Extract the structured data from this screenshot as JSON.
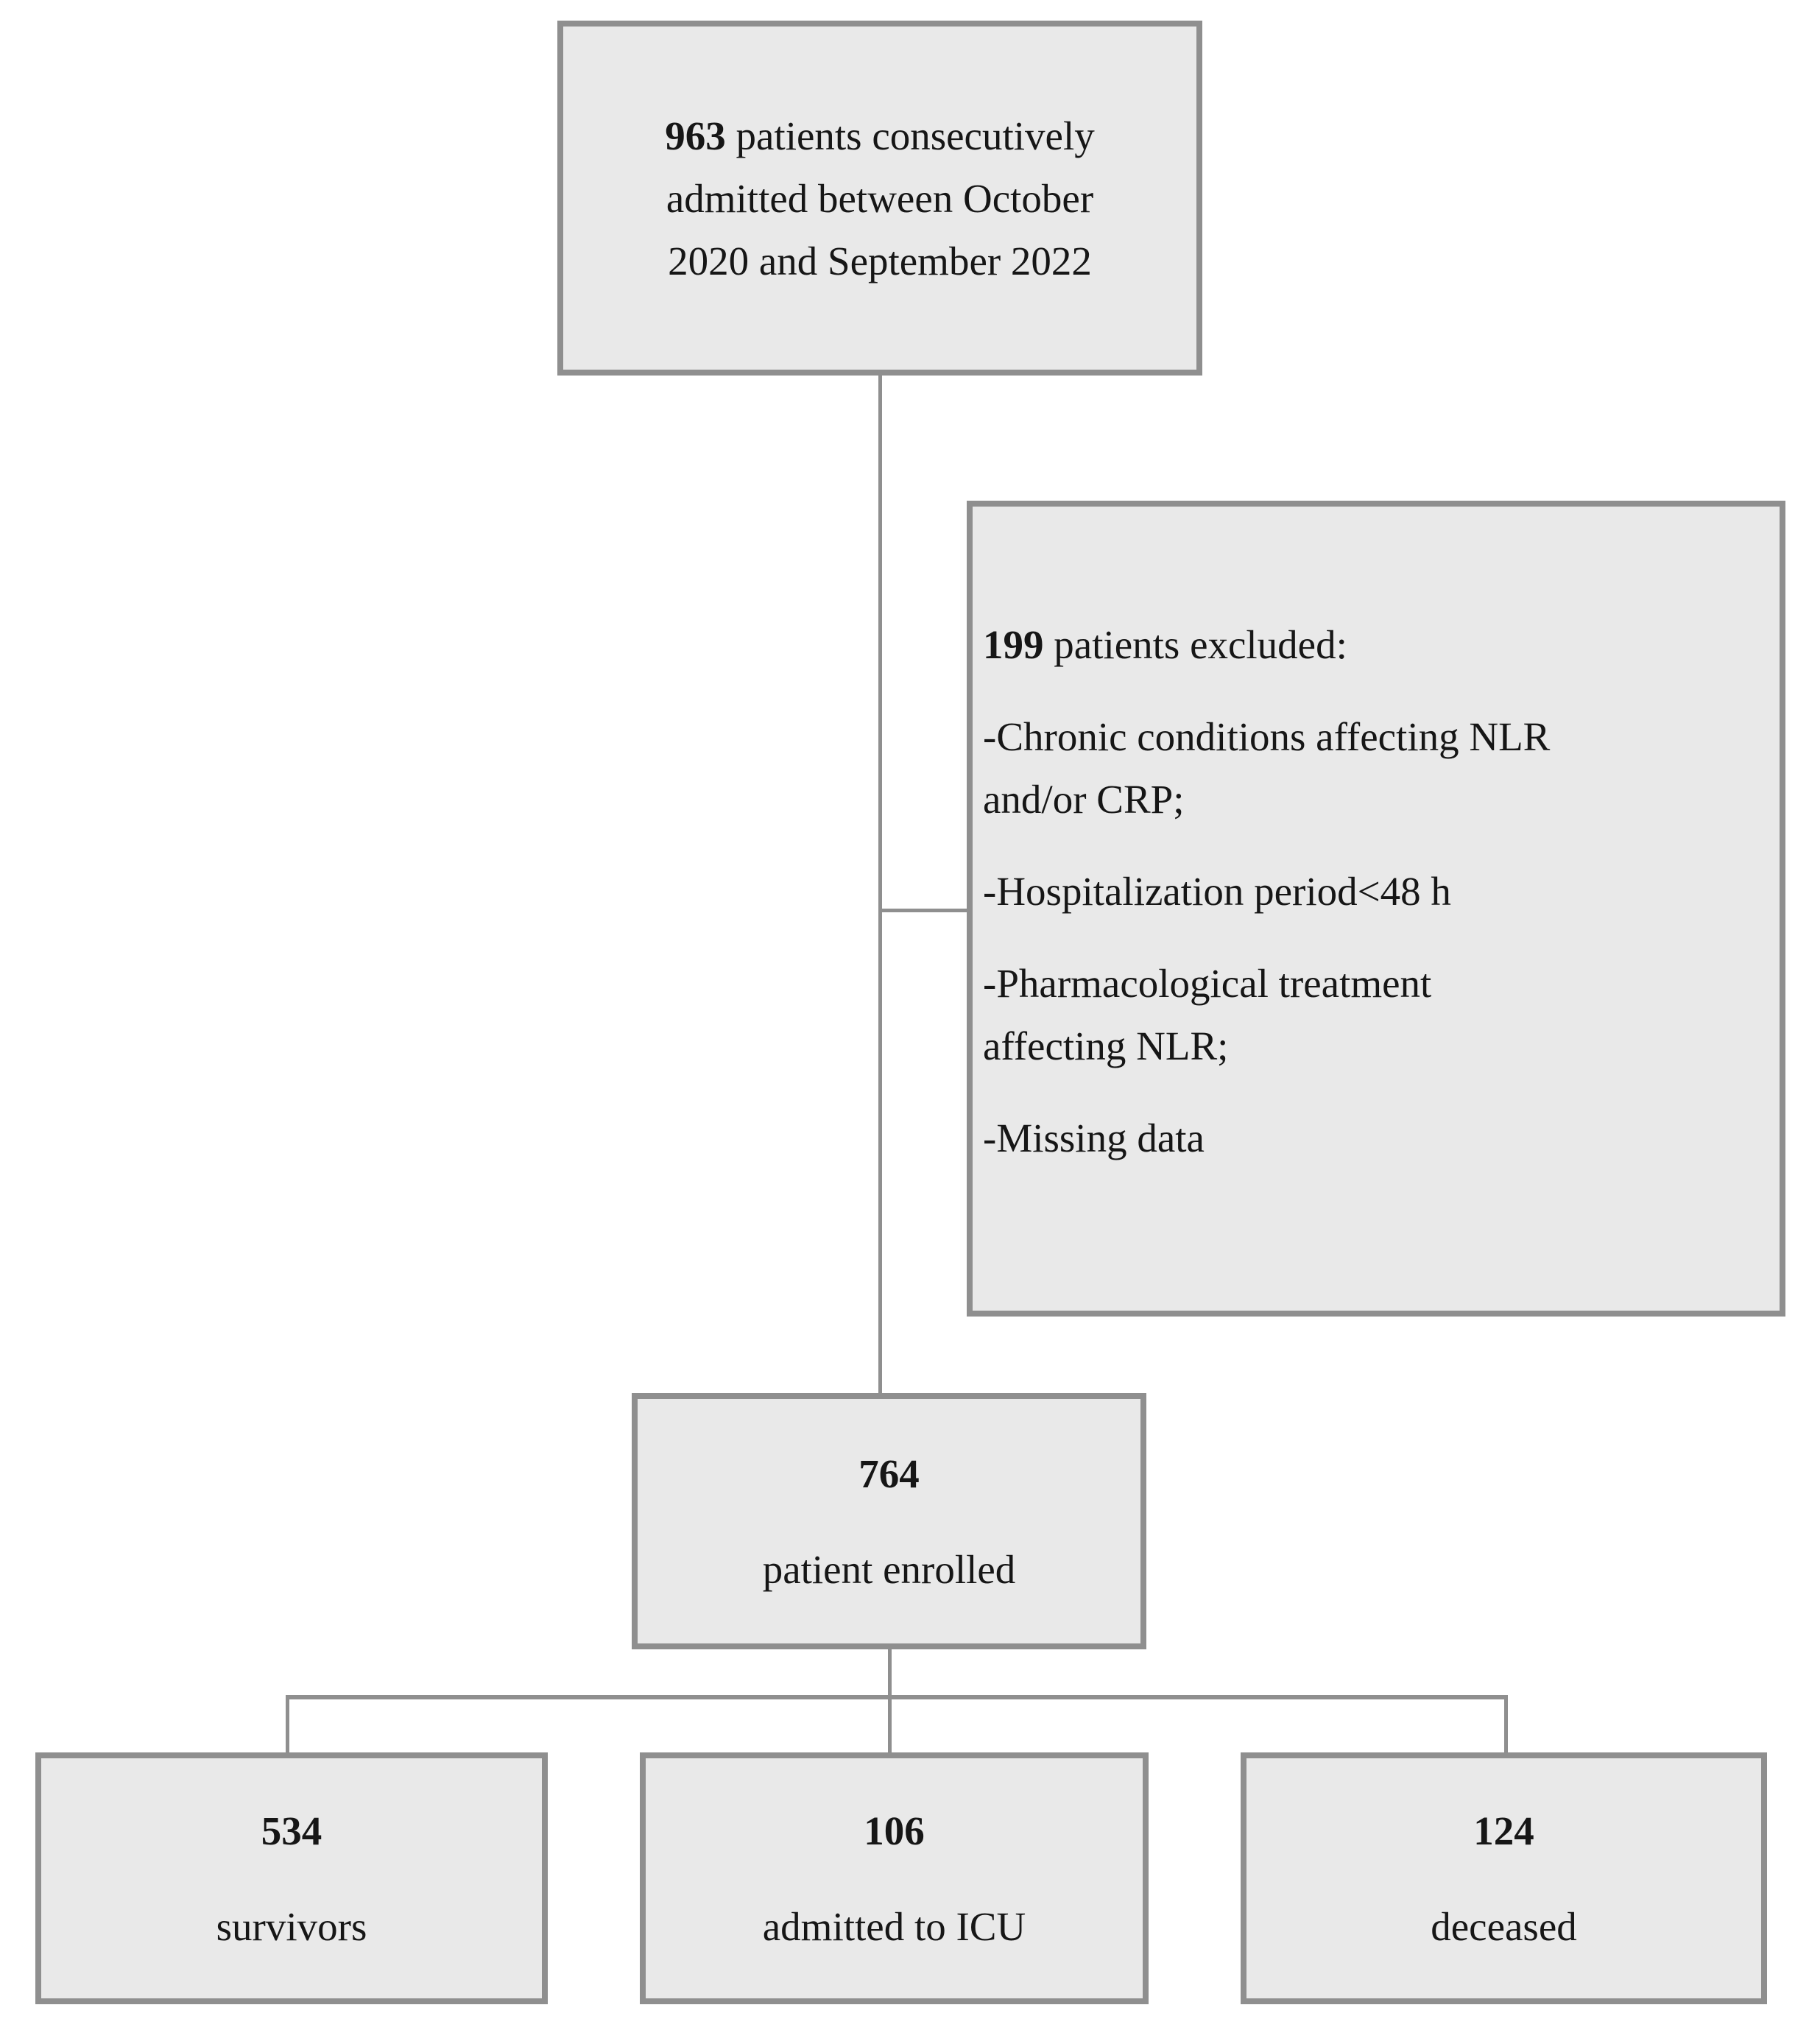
{
  "figure": {
    "background": "#ffffff",
    "box_fill": "#e9e9e9",
    "border_color": "#8f8f8f",
    "line_color": "#8f8f8f",
    "text_color": "#161616"
  },
  "boxes": {
    "admitted": {
      "count": "963",
      "rest": " patients consecutively\nadmitted between October\n2020 and September 2022"
    },
    "excluded": {
      "count": "199",
      "title_rest": " patients excluded:",
      "items": [
        "-Chronic conditions affecting NLR\nand/or CRP;",
        "-Hospitalization period<48 h",
        "-Pharmacological treatment\naffecting NLR;",
        "-Missing data"
      ]
    },
    "enrolled": {
      "count": "764",
      "label": "patient enrolled"
    },
    "survivors": {
      "count": "534",
      "label": "survivors"
    },
    "icu": {
      "count": "106",
      "label": "admitted to ICU"
    },
    "deceased": {
      "count": "124",
      "label": "deceased"
    }
  }
}
